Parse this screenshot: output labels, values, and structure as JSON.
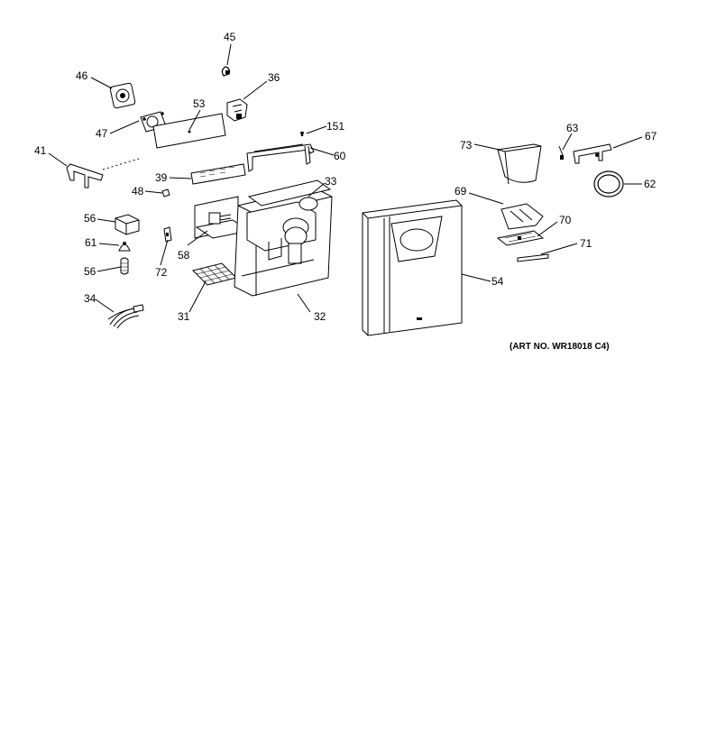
{
  "diagram": {
    "art_number": "(ART NO. WR18018 C4)",
    "callouts": {
      "c45": "45",
      "c46": "46",
      "c36": "36",
      "c53": "53",
      "c47": "47",
      "c151": "151",
      "c41": "41",
      "c60": "60",
      "c39": "39",
      "c33": "33",
      "c48": "48",
      "c56a": "56",
      "c61": "61",
      "c58": "58",
      "c72": "72",
      "c56b": "56",
      "c34": "34",
      "c31": "31",
      "c32": "32",
      "c73": "73",
      "c63": "63",
      "c67": "67",
      "c62": "62",
      "c69": "69",
      "c70": "70",
      "c71": "71",
      "c54": "54"
    }
  }
}
